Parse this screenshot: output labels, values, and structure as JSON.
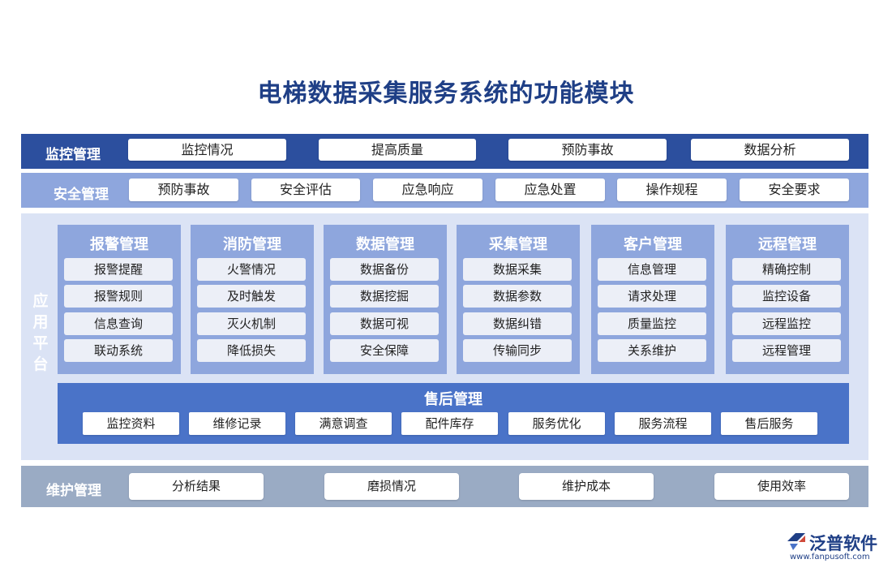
{
  "title": "电梯数据采集服务系统的功能模块",
  "monitor": {
    "label": "监控管理",
    "items": [
      "监控情况",
      "提高质量",
      "预防事故",
      "数据分析"
    ]
  },
  "safety": {
    "label": "安全管理",
    "items": [
      "预防事故",
      "安全评估",
      "应急响应",
      "应急处置",
      "操作规程",
      "安全要求"
    ]
  },
  "app": {
    "label": [
      "应",
      "用",
      "平",
      "台"
    ],
    "modules": [
      {
        "title": "报警管理",
        "items": [
          "报警提醒",
          "报警规则",
          "信息查询",
          "联动系统"
        ]
      },
      {
        "title": "消防管理",
        "items": [
          "火警情况",
          "及时触发",
          "灭火机制",
          "降低损失"
        ]
      },
      {
        "title": "数据管理",
        "items": [
          "数据备份",
          "数据挖掘",
          "数据可视",
          "安全保障"
        ]
      },
      {
        "title": "采集管理",
        "items": [
          "数据采集",
          "数据参数",
          "数据纠错",
          "传输同步"
        ]
      },
      {
        "title": "客户管理",
        "items": [
          "信息管理",
          "请求处理",
          "质量监控",
          "关系维护"
        ]
      },
      {
        "title": "远程管理",
        "items": [
          "精确控制",
          "监控设备",
          "远程监控",
          "远程管理"
        ]
      }
    ],
    "aftersales": {
      "title": "售后管理",
      "items": [
        "监控资料",
        "维修记录",
        "满意调查",
        "配件库存",
        "服务优化",
        "服务流程",
        "售后服务"
      ]
    }
  },
  "maintenance": {
    "label": "维护管理",
    "items": [
      "分析结果",
      "磨损情况",
      "维护成本",
      "使用效率"
    ]
  },
  "logo": {
    "name": "泛普软件",
    "url": "www.fanpusoft.com"
  },
  "colors": {
    "title": "#1f3f86",
    "monitor_band": "#2c4f9e",
    "safety_band": "#8ea6dd",
    "app_band": "#dbe3f5",
    "aftersales_band": "#4a73c8",
    "maintenance_band": "#9aabc4"
  }
}
